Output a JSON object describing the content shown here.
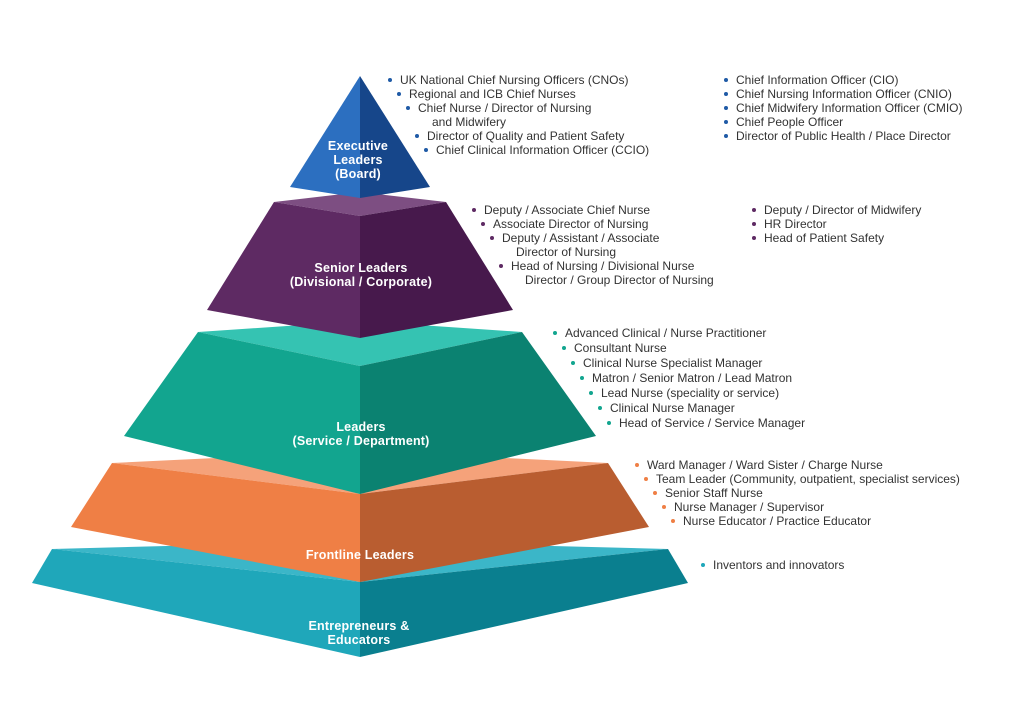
{
  "colors": {
    "executive": "#1f5aa6",
    "senior": "#5e2a63",
    "leaders": "#12a58f",
    "frontline": "#ef7f45",
    "entrepreneurs": "#1fa7ba",
    "text": "#333333"
  },
  "tiers": [
    {
      "id": "executive",
      "label_lines": [
        "Executive",
        "Leaders",
        "(Board)"
      ],
      "bullets_left": [
        {
          "text": "UK National Chief Nursing Officers (CNOs)"
        },
        {
          "text": "Regional and ICB Chief Nurses"
        },
        {
          "text": "Chief Nurse / Director of Nursing",
          "cont": "and Midwifery"
        },
        {
          "text": "Director of Quality and Patient Safety"
        },
        {
          "text": "Chief Clinical Information Officer (CCIO)"
        }
      ],
      "bullets_right": [
        {
          "text": "Chief Information Officer (CIO)"
        },
        {
          "text": "Chief Nursing Information Officer (CNIO)"
        },
        {
          "text": "Chief Midwifery Information Officer (CMIO)"
        },
        {
          "text": "Chief People Officer"
        },
        {
          "text": "Director of Public Health / Place Director"
        }
      ]
    },
    {
      "id": "senior",
      "label_lines": [
        "Senior Leaders",
        "(Divisional / Corporate)"
      ],
      "bullets_left": [
        {
          "text": "Deputy / Associate Chief Nurse"
        },
        {
          "text": "Associate Director of Nursing"
        },
        {
          "text": "Deputy / Assistant / Associate",
          "cont": "Director of Nursing"
        },
        {
          "text": "Head of Nursing / Divisional  Nurse",
          "cont": "Director / Group Director of Nursing"
        }
      ],
      "bullets_right": [
        {
          "text": "Deputy / Director of Midwifery"
        },
        {
          "text": "HR Director"
        },
        {
          "text": "Head of Patient Safety"
        }
      ]
    },
    {
      "id": "leaders",
      "label_lines": [
        "Leaders",
        "(Service / Department)"
      ],
      "bullets_left": [
        {
          "text": "Advanced Clinical / Nurse Practitioner"
        },
        {
          "text": "Consultant Nurse"
        },
        {
          "text": "Clinical Nurse Specialist Manager"
        },
        {
          "text": "Matron / Senior Matron / Lead Matron"
        },
        {
          "text": "Lead Nurse (speciality or service)"
        },
        {
          "text": "Clinical Nurse Manager"
        },
        {
          "text": "Head of Service / Service Manager"
        }
      ],
      "bullets_right": []
    },
    {
      "id": "frontline",
      "label_lines": [
        "Frontline Leaders"
      ],
      "bullets_left": [
        {
          "text": "Ward Manager / Ward Sister / Charge Nurse"
        },
        {
          "text": "Team Leader (Community, outpatient, specialist services)"
        },
        {
          "text": "Senior Staff Nurse"
        },
        {
          "text": "Nurse Manager / Supervisor"
        },
        {
          "text": "Nurse Educator / Practice Educator"
        }
      ],
      "bullets_right": []
    },
    {
      "id": "entrepreneurs",
      "label_lines": [
        "Entrepreneurs &",
        "Educators"
      ],
      "bullets_left": [
        {
          "text": "Inventors and innovators"
        }
      ],
      "bullets_right": []
    }
  ]
}
